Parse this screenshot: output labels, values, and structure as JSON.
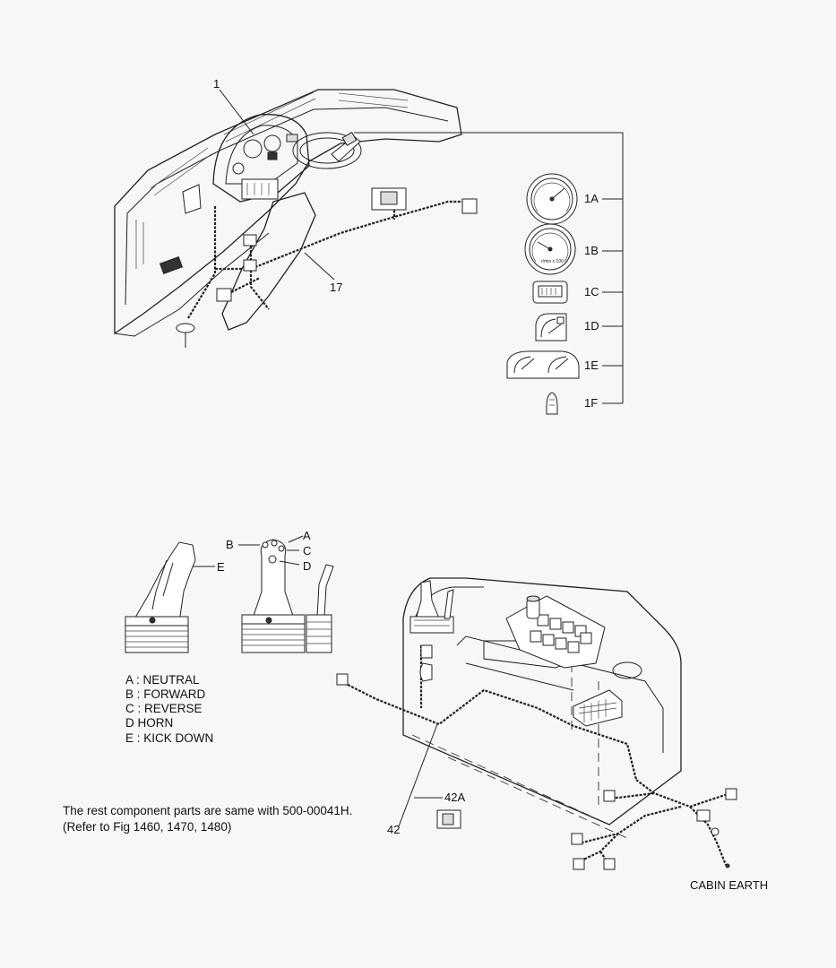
{
  "callouts": {
    "c1": "1",
    "c1A": "1A",
    "c1B": "1B",
    "c1C": "1C",
    "c1D": "1D",
    "c1E": "1E",
    "c1F": "1F",
    "c17": "17",
    "cA": "A",
    "cB": "B",
    "cC": "C",
    "cD": "D",
    "cE": "E",
    "c42": "42",
    "c42A": "42A",
    "cabin_earth": "CABIN EARTH"
  },
  "legend": [
    "A : NEUTRAL",
    "B : FORWARD",
    "C : REVERSE",
    "D  HORN",
    "E : KICK DOWN"
  ],
  "note": [
    "The rest component parts are same with 500-00041H.",
    "(Refer to Fig 1460, 1470, 1480)"
  ],
  "gauge_1B_text": "r/min x 100"
}
